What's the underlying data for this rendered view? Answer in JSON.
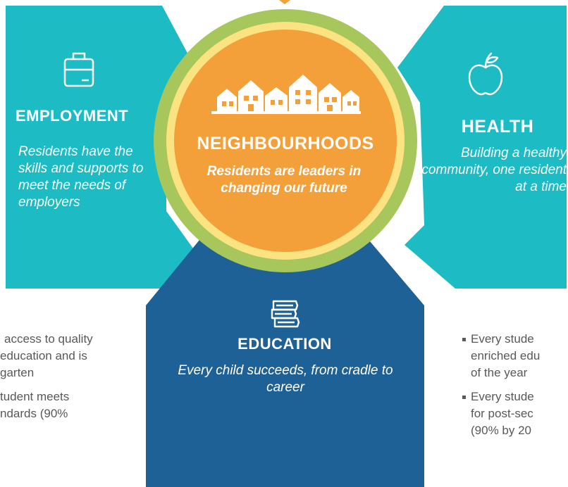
{
  "colors": {
    "teal": "#1DBBC4",
    "orange": "#F4A03A",
    "light_yellow": "#FBE382",
    "green_ring": "#A7C65C",
    "navy": "#1E6196",
    "grey_text": "#585858"
  },
  "center": {
    "title": "NEIGHBOURHOODS",
    "description": "Residents are leaders in changing our future",
    "icon": "houses-icon"
  },
  "employment": {
    "title": "EMPLOYMENT",
    "description": "Residents have the skills and supports to meet the needs of employers",
    "icon": "briefcase-icon"
  },
  "health": {
    "title": "HEALTH",
    "description": "Building a healthy community, one resident at a time",
    "icon": "apple-icon"
  },
  "education": {
    "title": "EDUCATION",
    "description": "Every child succeeds, from cradle to career",
    "icon": "books-icon"
  },
  "left_notes": {
    "item1_line1": "access to quality",
    "item1_line2": "education and is",
    "item1_line3": "garten",
    "item2_line1": "tudent meets",
    "item2_line2": "ndards (90%"
  },
  "right_notes": {
    "item1_line1": "Every stude",
    "item1_line2": "enriched edu",
    "item1_line3": "of the year",
    "item2_line1": "Every stude",
    "item2_line2": "for post-sec",
    "item2_line3": "(90% by 20"
  }
}
